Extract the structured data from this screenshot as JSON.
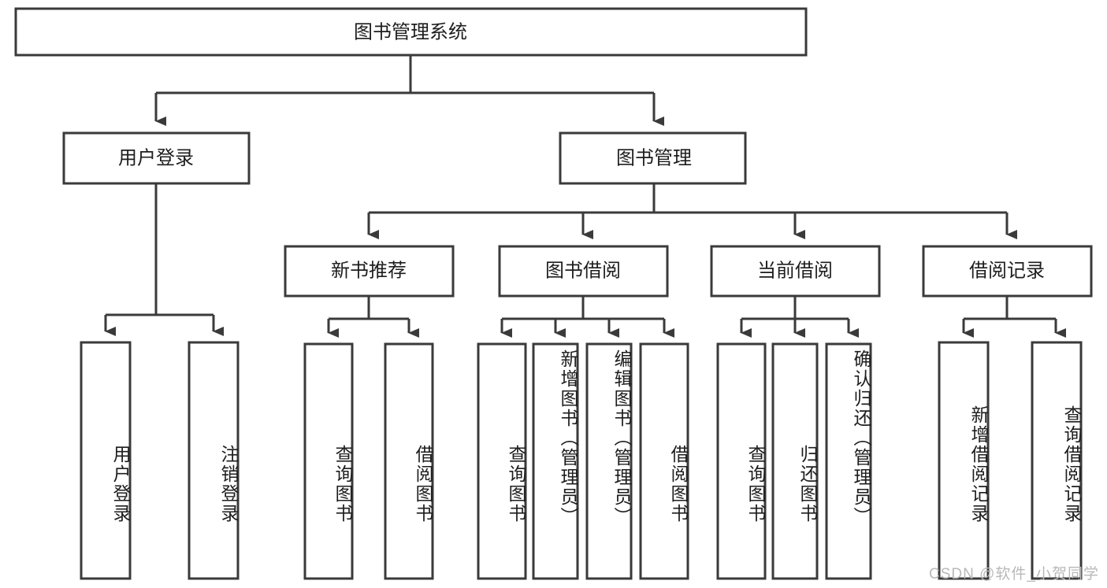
{
  "diagram": {
    "type": "tree-hierarchy",
    "title": "图书管理系统",
    "root": {
      "label": "图书管理系统"
    },
    "level2": [
      {
        "label": "用户登录"
      },
      {
        "label": "图书管理"
      }
    ],
    "level3": [
      {
        "label": "新书推荐"
      },
      {
        "label": "图书借阅"
      },
      {
        "label": "当前借阅"
      },
      {
        "label": "借阅记录"
      }
    ],
    "leaves": {
      "user_login": [
        {
          "label": "用户登录"
        },
        {
          "label": "注销登录"
        }
      ],
      "new_book_recommend": [
        {
          "label": "查询图书"
        },
        {
          "label": "借阅图书"
        }
      ],
      "book_borrow": [
        {
          "label": "查询图书"
        },
        {
          "label": "新增图书（管理员）"
        },
        {
          "label": "编辑图书（管理员）"
        },
        {
          "label": "借阅图书"
        }
      ],
      "current_borrow": [
        {
          "label": "查询图书"
        },
        {
          "label": "归还图书"
        },
        {
          "label": "确认归还（管理员）"
        }
      ],
      "borrow_record": [
        {
          "label": "新增借阅记录"
        },
        {
          "label": "查询借阅记录"
        }
      ]
    }
  },
  "watermark": {
    "text": "CSDN @软件_小贺同学"
  },
  "colors": {
    "box_stroke": "#3a3a3a",
    "box_fill": "#ffffff",
    "text": "#1d1d1d",
    "watermark": "#b9b9b9",
    "background": "#ffffff"
  }
}
